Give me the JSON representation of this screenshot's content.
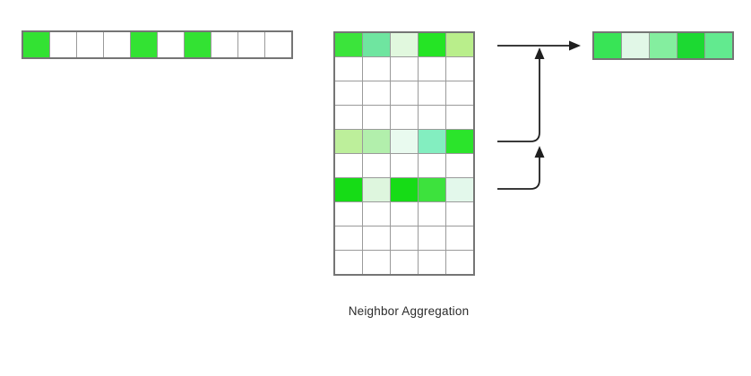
{
  "caption": "Neighbor Aggregation",
  "colors": {
    "background": "#ffffff",
    "grid_line": "#9a9a9a",
    "grid_border": "#757575",
    "arrow": "#1f1f1f",
    "vivid_green": "#33E233",
    "white": "#FFFFFF"
  },
  "diagram": {
    "input_row": {
      "name": "input-feature-row",
      "cells": [
        "#33E233",
        "#FFFFFF",
        "#FFFFFF",
        "#FFFFFF",
        "#33E233",
        "#FFFFFF",
        "#33E233",
        "#FFFFFF",
        "#FFFFFF",
        "#FFFFFF"
      ]
    },
    "matrix": {
      "name": "neighbor-feature-matrix",
      "rows": [
        [
          "#3BE43B",
          "#6FE5A0",
          "#E1F8DE",
          "#25E425",
          "#B9EE8B"
        ],
        [
          "#FFFFFF",
          "#FFFFFF",
          "#FFFFFF",
          "#FFFFFF",
          "#FFFFFF"
        ],
        [
          "#FFFFFF",
          "#FFFFFF",
          "#FFFFFF",
          "#FFFFFF",
          "#FFFFFF"
        ],
        [
          "#FFFFFF",
          "#FFFFFF",
          "#FFFFFF",
          "#FFFFFF",
          "#FFFFFF"
        ],
        [
          "#BDEF9B",
          "#B2EFAC",
          "#E9FAEF",
          "#83EEC0",
          "#2BE42B"
        ],
        [
          "#FFFFFF",
          "#FFFFFF",
          "#FFFFFF",
          "#FFFFFF",
          "#FFFFFF"
        ],
        [
          "#16DC16",
          "#DEF6DE",
          "#16DC16",
          "#3DE23D",
          "#E3F8EB"
        ],
        [
          "#FFFFFF",
          "#FFFFFF",
          "#FFFFFF",
          "#FFFFFF",
          "#FFFFFF"
        ],
        [
          "#FFFFFF",
          "#FFFFFF",
          "#FFFFFF",
          "#FFFFFF",
          "#FFFFFF"
        ],
        [
          "#FFFFFF",
          "#FFFFFF",
          "#FFFFFF",
          "#FFFFFF",
          "#FFFFFF"
        ]
      ]
    },
    "output_row": {
      "name": "aggregated-feature-row",
      "cells": [
        "#38E456",
        "#E1F7E7",
        "#84EE9F",
        "#1CD932",
        "#62EA8F"
      ]
    },
    "arrows": [
      {
        "name": "right-arrow-to-output",
        "type": "horizontal-right"
      },
      {
        "name": "connector-row5-up-arrow",
        "type": "curved-up"
      },
      {
        "name": "connector-row7-up-arrow",
        "type": "curved-up"
      }
    ]
  }
}
